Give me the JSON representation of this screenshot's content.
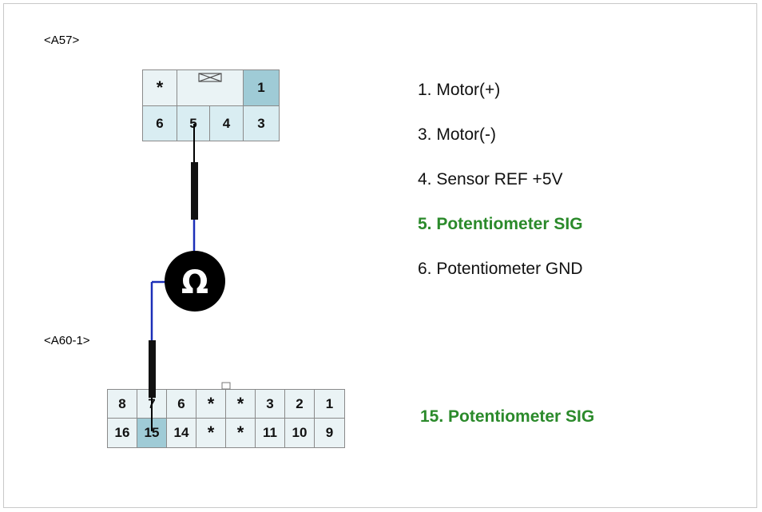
{
  "connectors": {
    "a57": {
      "label": "<A57>",
      "top_row": [
        "*",
        "",
        "1"
      ],
      "bottom_row": [
        "6",
        "5",
        "4",
        "3"
      ]
    },
    "a60": {
      "label": "<A60-1>",
      "top_row": [
        "8",
        "7",
        "6",
        "*",
        "*",
        "3",
        "2",
        "1"
      ],
      "bottom_row": [
        "16",
        "15",
        "14",
        "*",
        "*",
        "11",
        "10",
        "9"
      ]
    }
  },
  "pins": [
    {
      "text": "1. Motor(+)",
      "highlight": false
    },
    {
      "text": "3. Motor(-)",
      "highlight": false
    },
    {
      "text": "4. Sensor REF +5V",
      "highlight": false
    },
    {
      "text": "5. Potentiometer SIG",
      "highlight": true
    },
    {
      "text": "6. Potentiometer GND",
      "highlight": false
    }
  ],
  "pin15": "15. Potentiometer SIG",
  "meter_symbol": "Ω",
  "colors": {
    "wire": "#1c2fb8",
    "highlight_text": "#2b8a2b",
    "cell": "#d9edf2",
    "cell_highlight": "#9fcbd6"
  }
}
